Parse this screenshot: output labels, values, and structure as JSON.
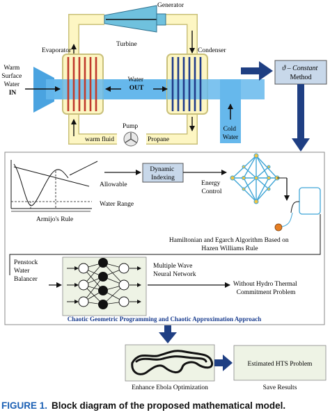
{
  "otec_cycle": {
    "evaporator": "Evaporator",
    "generator": "Generator",
    "turbine": "Turbine",
    "condenser": "Condenser",
    "warm_water_in": [
      "Warm",
      "Surface",
      "Water",
      "IN"
    ],
    "water_out": [
      "Water",
      "OUT"
    ],
    "pump": "Pump",
    "warm_fluid": "warm fluid",
    "propane": "Propane",
    "cold_water": [
      "Cold",
      "Water"
    ]
  },
  "constant_method": [
    "ϑ – Constant",
    "Method"
  ],
  "middle": {
    "allowable": "Allowable",
    "dynamic_indexing": [
      "Dynamic",
      "Indexing"
    ],
    "energy_control": [
      "Energy",
      "Control"
    ],
    "water_range": "Water Range",
    "armijo_rule": "Armijo's Rule",
    "hamiltonian": [
      "Hamiltonian and Egarch Algorithm Based on",
      "Hazen Williams Rule"
    ],
    "penstock": [
      "Penstock",
      "Water",
      "Balancer"
    ],
    "multiple_wave": [
      "Multiple Wave",
      "Neural Network"
    ],
    "without_hydro": [
      "Without Hydro Thermal",
      "Commitment Problem"
    ],
    "chaotic_title": "Chaotic Geometric Programming and Chaotic Approximation Approach"
  },
  "bottom": {
    "enhance_ebola": "Enhance Ebola Optimization",
    "estimated_hts": "Estimated HTS Problem",
    "save_results": "Save Results"
  },
  "caption": {
    "label": "FIGURE 1.",
    "text": "Block diagram of the proposed mathematical model."
  },
  "colors": {
    "pipe": "#fdf6c3",
    "pipe_edge": "#c9c07a",
    "water": "#66b8ec",
    "box": "#c8d8ea",
    "arrow": "#1f3f83",
    "red_coil": "#c0392b",
    "blue_coil": "#1f3a8a",
    "title_blue": "#1a3d8f",
    "caption_label": "#1a5fb4"
  }
}
